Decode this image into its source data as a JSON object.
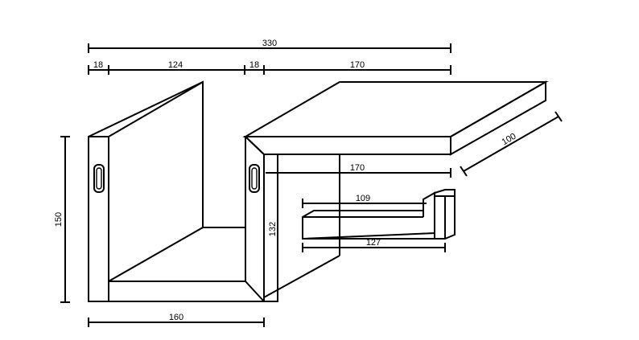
{
  "dimensions": {
    "total_width": "330",
    "left_side_thickness": "18",
    "inner_gap": "124",
    "middle_side_thickness": "18",
    "shelf_width": "170",
    "shelf_depth": "100",
    "height": "150",
    "inner_height": "132",
    "base_width": "160",
    "shelf_underside": "170",
    "holder_top": "109",
    "holder_bottom": "127"
  },
  "colors": {
    "line": "#000000",
    "background": "#ffffff"
  }
}
